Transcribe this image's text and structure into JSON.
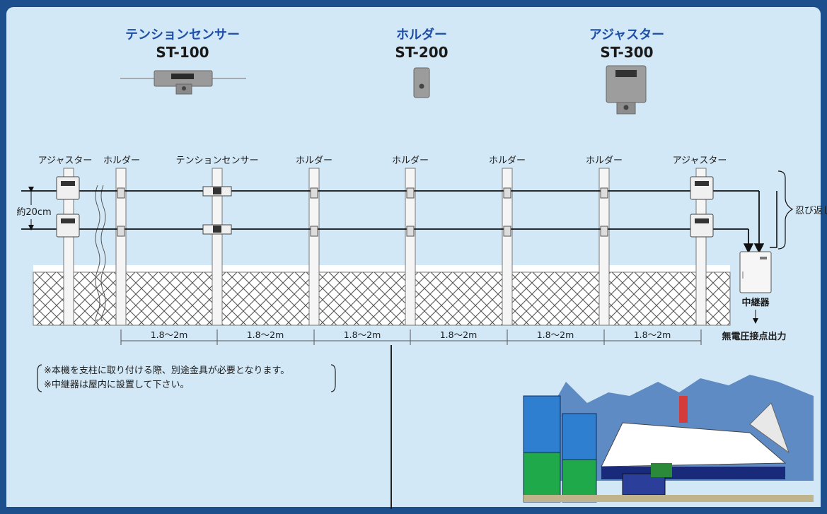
{
  "products": [
    {
      "name": "テンションセンサー",
      "model": "ST-100"
    },
    {
      "name": "ホルダー",
      "model": "ST-200"
    },
    {
      "name": "アジャスター",
      "model": "ST-300"
    }
  ],
  "post_labels": [
    "アジャスター",
    "ホルダー",
    "テンションセンサー",
    "ホルダー",
    "ホルダー",
    "ホルダー",
    "ホルダー",
    "アジャスター"
  ],
  "spacing_label": "約20cm",
  "overhang_label": "忍び返し",
  "relay_label": "中継器",
  "output_label": "無電圧接点出力",
  "distances": [
    "1.8〜2m",
    "1.8〜2m",
    "1.8〜2m",
    "1.8〜2m",
    "1.8〜2m",
    "1.8〜2m"
  ],
  "notes": [
    "※本機を支柱に取り付ける際、別途金具が必要となります。",
    "※中継器は屋内に設置して下さい。"
  ],
  "colors": {
    "frame": "#1d4f8c",
    "panel": "#d3e8f6",
    "accent": "#1e4fa8"
  }
}
